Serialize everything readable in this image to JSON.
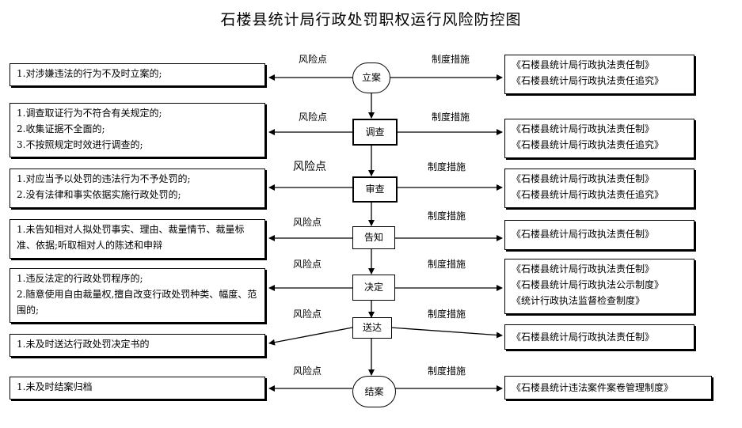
{
  "title": "石楼县统计局行政处罚职权运行风险防控图",
  "risk_label": "风险点",
  "measure_label": "制度措施",
  "steps": [
    {
      "name": "立案",
      "shape": "oval",
      "risks": [
        "1.对涉嫌违法的行为不及时立案的;"
      ],
      "measures": [
        "《石楼县统计局行政执法责任制》",
        "《石楼县统计局行政执法责任追究》"
      ]
    },
    {
      "name": "调查",
      "shape": "rect",
      "risks": [
        "1.调查取证行为不符合有关规定的;",
        "2.收集证据不全面的;",
        "3.不按照规定时效进行调查的;"
      ],
      "measures": [
        "《石楼县统计局行政执法责任制》",
        "《石楼县统计局行政执法责任追究》"
      ]
    },
    {
      "name": "审查",
      "shape": "rect",
      "risks": [
        "1.对应当予以处罚的违法行为不予处罚的;",
        "2.没有法律和事实依据实施行政处罚的;"
      ],
      "measures": [
        "《石楼县统计局行政执法责任制》",
        "《石楼县统计局行政执法责任追究》"
      ]
    },
    {
      "name": "告知",
      "shape": "plain",
      "risks": [
        "1.未告知相对人拟处罚事实、理由、裁量情节、裁量标准、依据;听取相对人的陈述和申辩"
      ],
      "measures": [
        "《石楼县统计局行政执法责任制》"
      ]
    },
    {
      "name": "决定",
      "shape": "plain",
      "risks": [
        "1.违反法定的行政处罚程序的;",
        "2.随意使用自由裁量权,擅自改变行政处罚种类、幅度、范围的;"
      ],
      "measures": [
        "《石楼县统计局行政执法责任制》",
        "《石楼县统计局行政执法公示制度》",
        "《统计行政执法监督检查制度》"
      ]
    },
    {
      "name": "送达",
      "shape": "plain",
      "risks": [
        "1.未及时送达行政处罚决定书的"
      ],
      "measures": [
        "《石楼县统计局行政执法责任制》"
      ]
    },
    {
      "name": "结案",
      "shape": "oval",
      "risks": [
        "1.未及时结案归档"
      ],
      "measures": [
        "《石楼县统计违法案件案卷管理制度》"
      ]
    }
  ]
}
